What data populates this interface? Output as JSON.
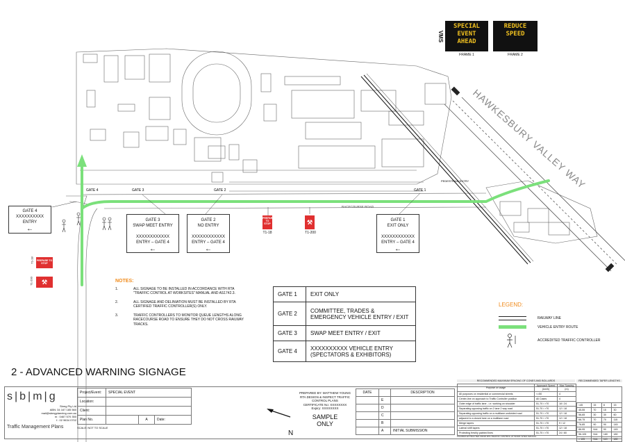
{
  "vms": {
    "side_label": "VMS",
    "frame1_lines": [
      "SPECIAL",
      "EVENT",
      "AHEAD"
    ],
    "frame2_lines": [
      "REDUCE",
      "SPEED"
    ],
    "frame1_caption": "FRAME 1",
    "frame2_caption": "FRAME 2"
  },
  "map_labels": {
    "road_name": "HAWKESBURY VALLEY WAY",
    "racecourse_road": "RACECOURSE ROAD",
    "pedestrian_entry": "PEDESTRIAN ENTRY",
    "gate4": "GATE 4",
    "gate3": "GATE 3",
    "gate2": "GATE 2",
    "gate1": "GATE 1",
    "sign_t1_18": "T1-18",
    "sign_t1_200": "T1-200",
    "sign_text_prepare": "PREPARE TO STOP",
    "left_sign_1": "T1-18",
    "left_sign_2": "T1-200"
  },
  "gate_boxes": {
    "gate4": {
      "title": "GATE 4",
      "code": "XXXXXXXXXX",
      "text": "ENTRY",
      "arrow": "←"
    },
    "gate3": {
      "title": "GATE 3",
      "sub": "SWAP MEET ENTRY",
      "code": "XXXXXXXXXXXX",
      "text": "ENTRY – GATE 4",
      "arrow": "←"
    },
    "gate2": {
      "title": "GATE 2",
      "sub": "NO ENTRY",
      "code": "XXXXXXXXXXXX",
      "text": "ENTRY – GATE 4",
      "arrow": "←"
    },
    "gate1": {
      "title": "GATE 1",
      "sub": "EXIT ONLY",
      "code": "XXXXXXXXXXXX",
      "text": "ENTRY – GATE 4",
      "arrow": "←"
    }
  },
  "notes": {
    "heading": "NOTES:",
    "items": [
      {
        "num": "1.",
        "text": "ALL SIGNAGE TO BE INSTALLED IN ACCORDANCE WITH RTA \"TRAFFIC CONTROL AT WORKSITES\" MANUAL AND AS1742.3."
      },
      {
        "num": "2.",
        "text": "ALL SIGNAGE AND DELINIATION MUST BE INSTALLED BY RTA CERTIFIED TRAFFIC CONTROLLER(S) ONLY."
      },
      {
        "num": "3.",
        "text": "TRAFFIC CONTROLLERS TO MONITOR QUEUE LENGTHS ALONG RACECOURSE ROAD TO ENSURE THEY DO NOT CROSS RAILWAY TRACKS."
      }
    ]
  },
  "gate_table": [
    {
      "gate": "GATE 1",
      "desc": "EXIT ONLY"
    },
    {
      "gate": "GATE 2",
      "desc": "COMMITTEE, TRADES & EMERGENCY VEHICLE ENTRY / EXIT"
    },
    {
      "gate": "GATE 3",
      "desc": "SWAP MEET ENTRY / EXIT"
    },
    {
      "gate": "GATE 4",
      "desc": "XXXXXXXXXX VEHICLE ENTRY (SPECTATORS & EXHIBITORS)"
    }
  ],
  "legend": {
    "heading": "LEGEND:",
    "railway": "RAILWAY LINE",
    "route": "VEHICLE ENTRY ROUTE",
    "controller": "ACCREDITED TRAFFIC CONTROLLER"
  },
  "page_title": "2 - ADVANCED WARNING SIGNAGE",
  "company": {
    "logo": "s|b|m|g",
    "name": "Sbmg Pty Ltd",
    "abn": "ABN: 34 167 185 560",
    "email": "mail@sbmgplanning.com.au",
    "phone": "m : 0467 570 350",
    "fax": "f : 02 9634 0702",
    "tagline": "Traffic Management Plans"
  },
  "titleblock": {
    "project_label": "Project/Event:",
    "project_value": "SPECIAL EVENT",
    "location_label": "Location:",
    "client_label": "Client:",
    "plan_label": "Plan No.",
    "rev_label": "A",
    "date_label": "Date:",
    "scale": "SCALE: NOT TO SCALE"
  },
  "prepared": {
    "lines": [
      "PREPARED BY: MATTHEW YOUNG",
      "RTA DESIGN & INSPECT TRAFFIC",
      "CONTROL PLANS",
      "CERTIFICATE No: XXXXXXXX",
      "Expiry: XXXXXXXX"
    ],
    "sample": "SAMPLE",
    "only": "ONLY",
    "north": "N"
  },
  "revisions": {
    "date_h": "DATE",
    "desc_h": "DESCRIPTION",
    "rows": [
      {
        "rev": "E",
        "desc": ""
      },
      {
        "rev": "D",
        "desc": ""
      },
      {
        "rev": "C",
        "desc": ""
      },
      {
        "rev": "B",
        "desc": ""
      },
      {
        "rev": "A",
        "desc": "INITIAL SUBMISSION"
      }
    ]
  },
  "speed_table": {
    "heading": "RECOMMENDED MAXIMUM SPACING OF CONES AND BOLLARDS",
    "taper_heading": "RECOMMENDED TAPER LENGTHS",
    "col_purpose": "Purpose or usage",
    "col_speed": "Approach Speed (km/h)",
    "col_spacing": "Max Spacing (m)",
    "rows": [
      {
        "p": "All purposes on residential or commercial streets",
        "s": "<=50",
        "m": "4"
      },
      {
        "p": "Center-line on approach to Traffic Controller position",
        "s": "All Cases",
        "m": "4"
      },
      {
        "p": "Outer edge of traffic lane - i.e. working on shoulder",
        "s": "51-70 / >70",
        "m": "18 / 24"
      },
      {
        "p": "Separating opposing traffic on 2 lane 2 way road",
        "s": "51-70 / >70",
        "m": "12 / 18"
      },
      {
        "p": "Separating opposing traffic on a multilane undivided road",
        "s": "51-70 / >70",
        "m": "12 / 18"
      },
      {
        "p": "adjacent to a closed lane on a multilane road",
        "s": "51-70 / >70",
        "m": "12 / 18"
      },
      {
        "p": "Merge tapers",
        "s": "51-70 / >70",
        "m": "9 / 12"
      },
      {
        "p": "Lateral shift tapers",
        "s": "51-70 / >70",
        "m": "12 / 18"
      },
      {
        "p": "Protecting freshly painted lines",
        "s": "51-70 / >70",
        "m": "24 / 60"
      }
    ],
    "taper_rows": [
      [
        "<45",
        "15",
        "8",
        "15"
      ],
      [
        "45-55",
        "70",
        "15",
        "30"
      ],
      [
        "56-65",
        "30",
        "30",
        "60"
      ],
      [
        "66-75",
        "70",
        "70",
        "115"
      ],
      [
        "76-85",
        "90",
        "90",
        "145"
      ],
      [
        "86-95",
        "N/A",
        "90",
        "145"
      ],
      [
        "96-105",
        "N/A",
        "180",
        "180"
      ],
      [
        "> 105",
        "N/A",
        "110",
        "180"
      ]
    ],
    "footnote": "FIGURES EXTRACTED FROM RTA TRAFFIC CONTROL AT WORK SITES MANUAL"
  }
}
